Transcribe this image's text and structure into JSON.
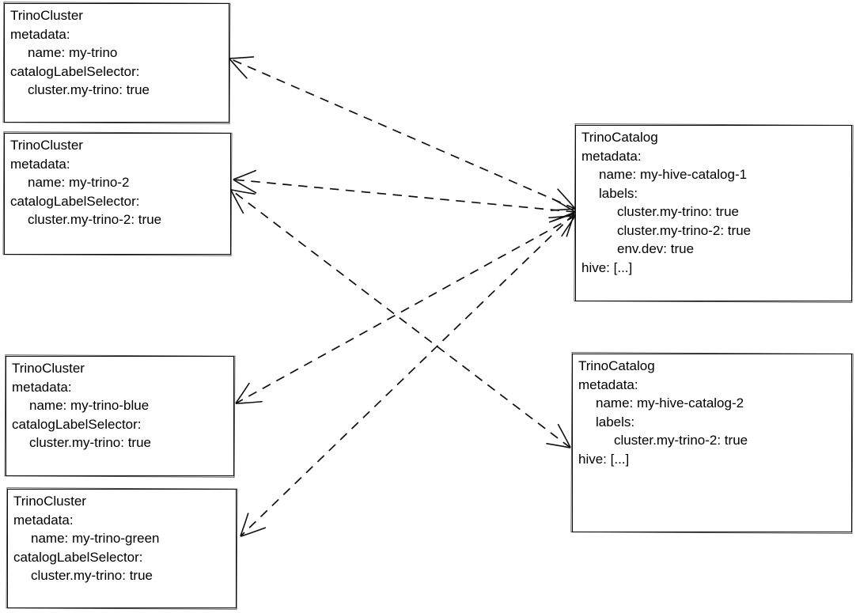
{
  "boxes": [
    {
      "kind": "TrinoCluster",
      "name": "my-trino",
      "lines": [
        "TrinoCluster",
        "metadata:",
        "name: my-trino",
        "catalogLabelSelector:",
        "cluster.my-trino: true"
      ]
    },
    {
      "kind": "TrinoCluster",
      "name": "my-trino-2",
      "lines": [
        "TrinoCluster",
        "metadata:",
        "name: my-trino-2",
        "catalogLabelSelector:",
        "cluster.my-trino-2: true"
      ]
    },
    {
      "kind": "TrinoCluster",
      "name": "my-trino-blue",
      "lines": [
        "TrinoCluster",
        "metadata:",
        "name: my-trino-blue",
        "catalogLabelSelector:",
        "cluster.my-trino: true"
      ]
    },
    {
      "kind": "TrinoCluster",
      "name": "my-trino-green",
      "lines": [
        "TrinoCluster",
        "metadata:",
        "name: my-trino-green",
        "catalogLabelSelector:",
        "cluster.my-trino: true"
      ]
    },
    {
      "kind": "TrinoCatalog",
      "name": "my-hive-catalog-1",
      "lines": [
        "TrinoCatalog",
        "metadata:",
        "name: my-hive-catalog-1",
        "labels:",
        "cluster.my-trino: true",
        "cluster.my-trino-2: true",
        "env.dev: true",
        "hive: [...]"
      ]
    },
    {
      "kind": "TrinoCatalog",
      "name": "my-hive-catalog-2",
      "lines": [
        "TrinoCatalog",
        "metadata:",
        "name: my-hive-catalog-2",
        "labels:",
        "cluster.my-trino-2: true",
        "hive: [...]"
      ]
    }
  ],
  "connections": [
    {
      "from": "my-hive-catalog-1",
      "to": "my-trino",
      "line": "dashed",
      "arrows": "both"
    },
    {
      "from": "my-hive-catalog-1",
      "to": "my-trino-2",
      "line": "dashed",
      "arrows": "both"
    },
    {
      "from": "my-hive-catalog-1",
      "to": "my-trino-blue",
      "line": "dashed",
      "arrows": "both"
    },
    {
      "from": "my-hive-catalog-1",
      "to": "my-trino-green",
      "line": "dashed",
      "arrows": "both"
    },
    {
      "from": "my-hive-catalog-2",
      "to": "my-trino-2",
      "line": "dashed",
      "arrows": "both"
    }
  ],
  "colors": {
    "stroke": "#0d0d0d",
    "background": "#ffffff",
    "text": "#000000"
  }
}
